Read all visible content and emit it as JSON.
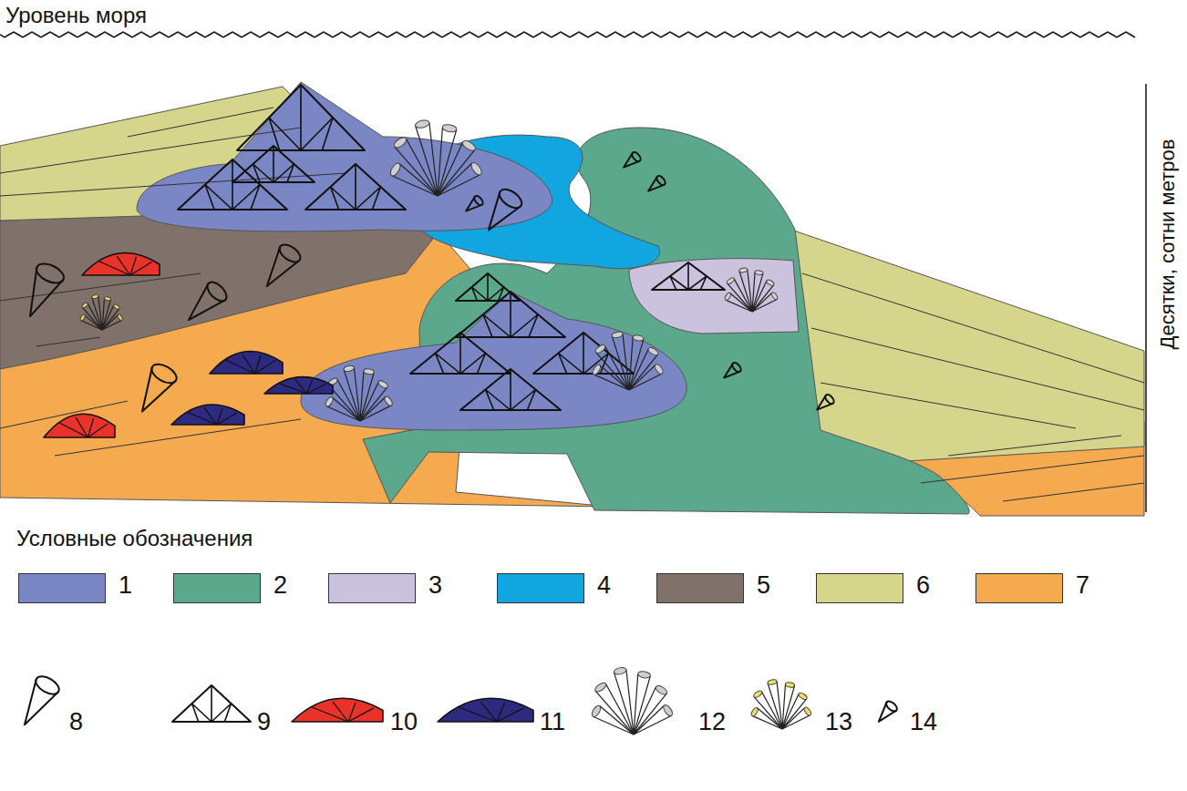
{
  "diagram": {
    "labels": [
      "Уровень моря",
      "Десятки, сотни метров",
      "Условные обозначения"
    ],
    "legend": [
      {
        "text": "1",
        "color": "#7b87c4"
      },
      {
        "text": "2",
        "color": "#5ca88c"
      },
      {
        "text": "3",
        "color": "#cbc2de"
      },
      {
        "text": "4",
        "color": "#12a6e0"
      },
      {
        "text": "5",
        "color": "#80716a"
      },
      {
        "text": "6",
        "color": "#d6d58c"
      },
      {
        "text": "7",
        "color": "#f5aa50"
      },
      {
        "text": "8"
      },
      {
        "text": "9"
      },
      {
        "text": "10"
      },
      {
        "text": "11"
      },
      {
        "text": "12"
      },
      {
        "text": "13"
      },
      {
        "text": "14"
      }
    ]
  }
}
